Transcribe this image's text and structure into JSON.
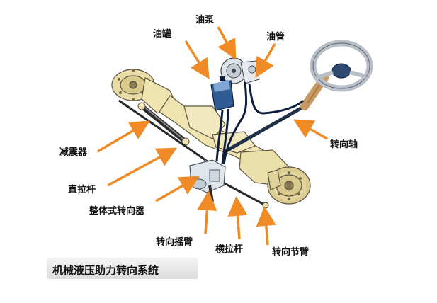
{
  "labels": {
    "oil_tank": "油罐",
    "oil_pump": "油泵",
    "oil_pipe": "油管",
    "shock_absorber": "减震器",
    "drag_link": "直拉杆",
    "integral_steering_gear": "整体式转向器",
    "pitman_arm": "转向摇臂",
    "tie_rod": "横拉杆",
    "steering_knuckle_arm": "转向节臂",
    "steering_shaft": "转向轴"
  },
  "caption": "机械液压助力转向系统",
  "colors": {
    "arrow": "#f08a24",
    "axle": "#efe3b0",
    "axle_stroke": "#5a5440",
    "pipe": "#0d1f3c",
    "steering_wheel": "#cfd4da",
    "column": "#2e4a6e",
    "boot": "#c89a63",
    "gear_housing": "#dfe6ec",
    "rod": "#2a2a2a"
  }
}
